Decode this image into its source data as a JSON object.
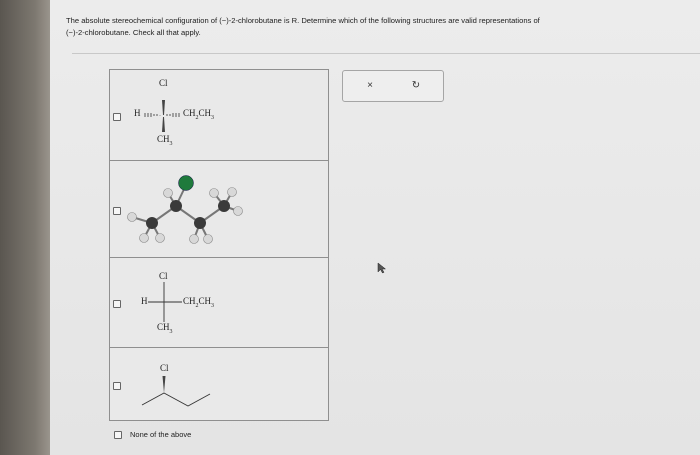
{
  "question": {
    "line1": "The absolute stereochemical configuration of (−)-2-chlorobutane is R. Determine which of the following structures are valid representations of",
    "line2": "(−)-2-chlorobutane. Check all that apply."
  },
  "toolbar": {
    "clear_icon": "×",
    "reset_icon": "↻"
  },
  "options": [
    {
      "top_label": "Cl",
      "left_label": "H",
      "right_label": "CH",
      "right_sub1": "2",
      "right_mid": "CH",
      "right_sub2": "3",
      "bottom_label": "CH",
      "bottom_sub": "3"
    },
    {
      "note": "ball-and-stick"
    },
    {
      "top_label": "Cl",
      "left_label": "H",
      "right_label": "CH",
      "right_sub1": "2",
      "right_mid": "CH",
      "right_sub2": "3",
      "bottom_label": "CH",
      "bottom_sub": "3"
    },
    {
      "top_label": "Cl"
    }
  ],
  "none_option": {
    "label": "None of the above"
  }
}
